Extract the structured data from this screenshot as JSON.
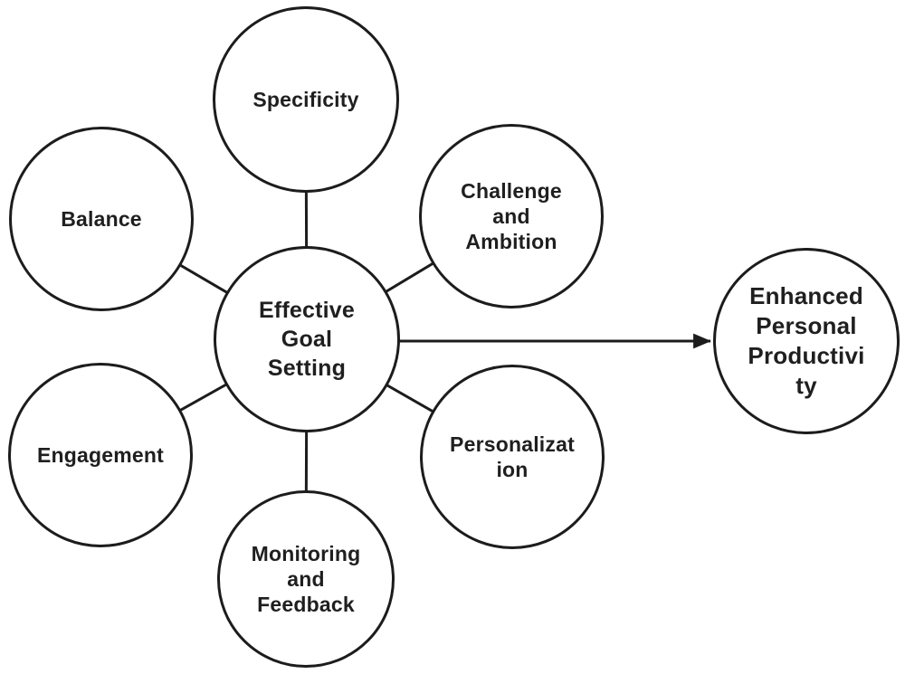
{
  "diagram": {
    "background_color": "#ffffff",
    "stroke_color": "#1c1c1c",
    "text_color": "#1f1f1f",
    "nodes": {
      "center": {
        "id": "effective-goal-setting",
        "label": "Effective\nGoal\nSetting"
      },
      "specificity": {
        "id": "specificity",
        "label": "Specificity"
      },
      "challenge": {
        "id": "challenge-and-ambition",
        "label": "Challenge\nand\nAmbition"
      },
      "balance": {
        "id": "balance",
        "label": "Balance"
      },
      "engagement": {
        "id": "engagement",
        "label": "Engagement"
      },
      "personalization": {
        "id": "personalization",
        "label": "Personalizat\nion"
      },
      "monitoring": {
        "id": "monitoring-and-feedback",
        "label": "Monitoring\nand\nFeedback"
      },
      "outcome": {
        "id": "enhanced-personal-productivity",
        "label": "Enhanced\nPersonal\nProductivi\nty"
      }
    },
    "connectors": [
      {
        "from": "effective-goal-setting",
        "to": "specificity",
        "type": "line"
      },
      {
        "from": "effective-goal-setting",
        "to": "challenge-and-ambition",
        "type": "line"
      },
      {
        "from": "effective-goal-setting",
        "to": "balance",
        "type": "line"
      },
      {
        "from": "effective-goal-setting",
        "to": "engagement",
        "type": "line"
      },
      {
        "from": "effective-goal-setting",
        "to": "personalization",
        "type": "line"
      },
      {
        "from": "effective-goal-setting",
        "to": "monitoring-and-feedback",
        "type": "line"
      },
      {
        "from": "effective-goal-setting",
        "to": "enhanced-personal-productivity",
        "type": "arrow"
      }
    ]
  }
}
